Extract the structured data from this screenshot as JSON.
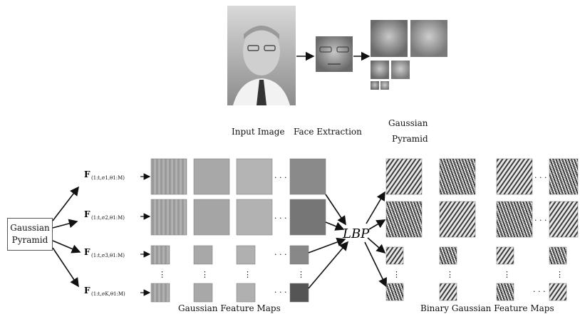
{
  "top_labels": {
    "input_image": "Input Image",
    "face_extraction": "Face Extraction",
    "gaussian_pyramid_line1": "Gaussian",
    "gaussian_pyramid_line2": "Pyramid"
  },
  "pyramid_box": {
    "line1": "Gaussian",
    "line2": "Pyramid"
  },
  "filters": [
    {
      "base": "F",
      "sub": "(1:t,σ1,θ1:M)"
    },
    {
      "base": "F",
      "sub": "(1:t,σ2,θ1:M)"
    },
    {
      "base": "F",
      "sub": "(1:t,σ3,θ1:M)"
    },
    {
      "base": "F",
      "sub": "(1:t,σK,θ1:M)"
    }
  ],
  "lbp_label": "LBP",
  "ellipsis": "· · ·",
  "vellipsis": "⋮",
  "bottom_labels": {
    "gaussian_feature_maps": "Gaussian Feature Maps",
    "binary_gaussian_feature_maps": "Binary Gaussian Feature Maps"
  }
}
